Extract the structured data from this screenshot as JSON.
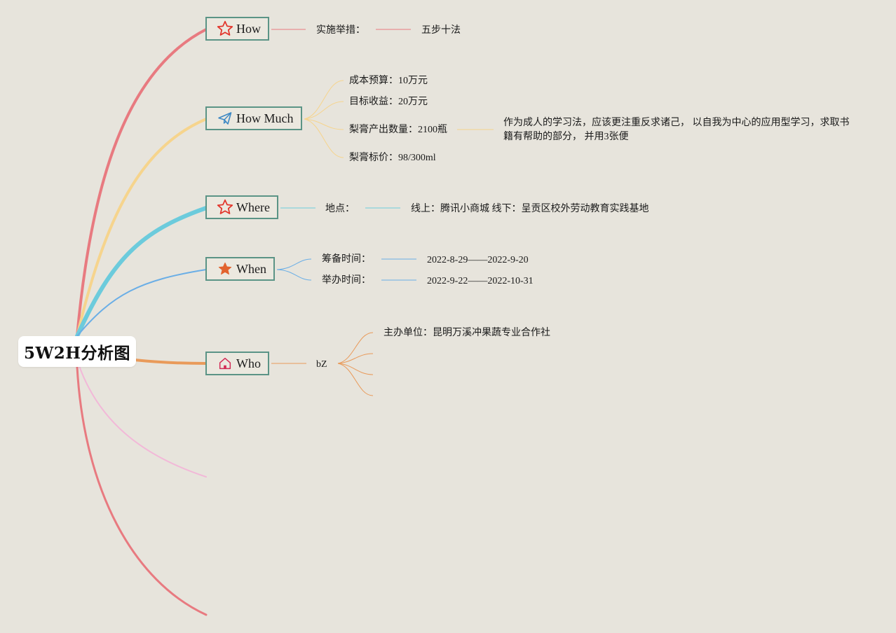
{
  "root": {
    "label": "5W2H分析图"
  },
  "branches": {
    "how": {
      "label": "How",
      "icon": "star-outline-icon",
      "color": "#e87a80",
      "children": [
        {
          "label": "实施举措：",
          "children": [
            {
              "label": "五步十法"
            }
          ]
        }
      ]
    },
    "how_much": {
      "label": "How Much",
      "icon": "paper-plane-icon",
      "color": "#f6d48d",
      "children": [
        {
          "label": "成本预算：10万元"
        },
        {
          "label": "目标收益：20万元"
        },
        {
          "label": "梨膏产出数量：2100瓶",
          "children": [
            {
              "label": "作为成人的学习法，应该更注重反求诸己， 以自我为中心的应用型学习，求取书籍有帮助的部分， 并用3张便"
            }
          ]
        },
        {
          "label": "梨膏标价：98/300ml"
        }
      ]
    },
    "where": {
      "label": "Where",
      "icon": "star-outline-icon",
      "color": "#6ccbdc",
      "children": [
        {
          "label": "地点：",
          "children": [
            {
              "label": "线上：腾讯小商城 线下：呈贡区校外劳动教育实践基地"
            }
          ]
        }
      ]
    },
    "when": {
      "label": "When",
      "icon": "star-filled-icon",
      "color": "#6aaee6",
      "children": [
        {
          "label": "筹备时间：",
          "children": [
            {
              "label": "2022-8-29——2022-9-20"
            }
          ]
        },
        {
          "label": "举办时间：",
          "children": [
            {
              "label": "2022-9-22——2022-10-31"
            }
          ]
        }
      ]
    },
    "who": {
      "label": "Who",
      "icon": "home-icon",
      "color": "#e99a5a",
      "children": [
        {
          "label": "bZ",
          "children": [
            {
              "label": "主办单位：昆明万溪冲果蔬专业合作社"
            }
          ]
        }
      ]
    }
  },
  "colors": {
    "background": "#e7e4dc",
    "node_border": "#5b9486",
    "extra_branch_pink": "#f2b8d8",
    "extra_branch_red": "#e87a80"
  }
}
